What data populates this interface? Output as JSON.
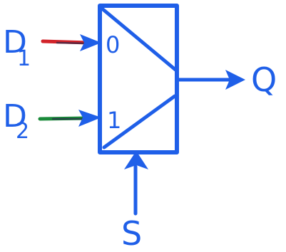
{
  "diagram": {
    "inputs": [
      {
        "letter": "D",
        "index": "1",
        "select_value": "0",
        "arrow_color": "#d2232a"
      },
      {
        "letter": "D",
        "index": "2",
        "select_value": "1",
        "arrow_color": "#1a8a3a"
      }
    ],
    "output_label": "Q",
    "select_label": "S",
    "ink_color": "#1f5fe8"
  }
}
